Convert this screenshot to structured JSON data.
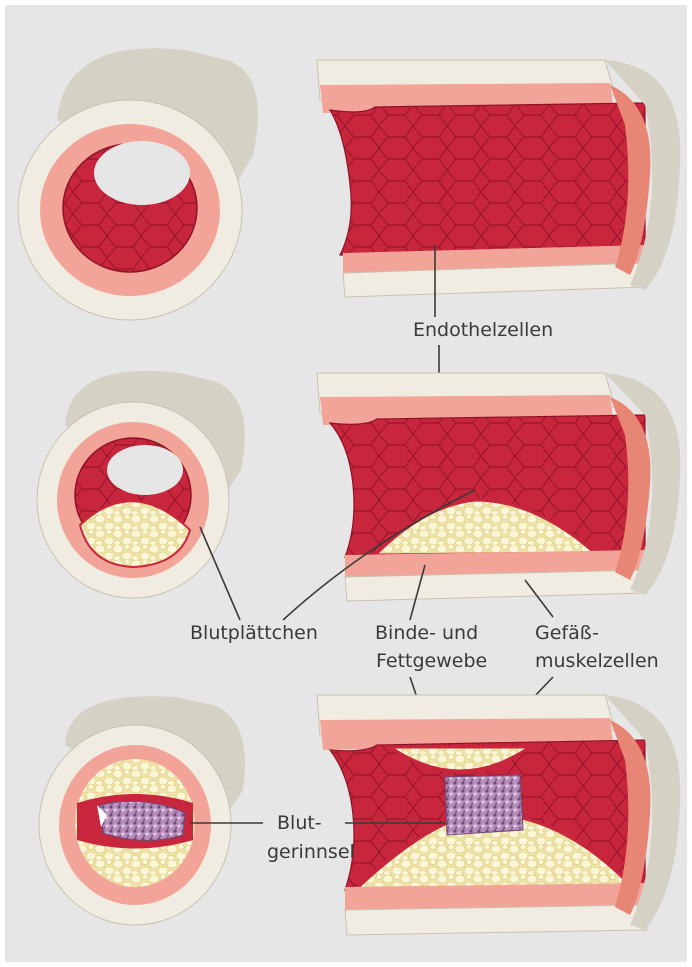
{
  "labels": {
    "endothelial_cells": "Endothelzellen",
    "platelets": "Blutplättchen",
    "connective_fat_line1": "Binde- und",
    "connective_fat_line2": "Fettgewebe",
    "vascular_muscle_line1": "Gefäß-",
    "vascular_muscle_line2": "muskelzellen",
    "blood_clot_line1": "Blut-",
    "blood_clot_line2": "gerinnsel"
  },
  "stages": [
    "healthy-artery",
    "plaque-buildup",
    "blood-clot-occlusion"
  ],
  "colors": {
    "background": "#e6e6e6",
    "outer_wall": "#f0ece2",
    "outer_wall_shadow": "#d6d1c5",
    "muscle_layer": "#f2a498",
    "muscle_layer_dark": "#e88676",
    "endothelium": "#c7263d",
    "endothelium_light": "#dc4052",
    "cell_lines": "#8f1328",
    "plaque": "#f4ecb8",
    "plaque_blob": "#faf4d0",
    "clot": "#a87fae",
    "leader_lines": "#3a3a3a"
  }
}
